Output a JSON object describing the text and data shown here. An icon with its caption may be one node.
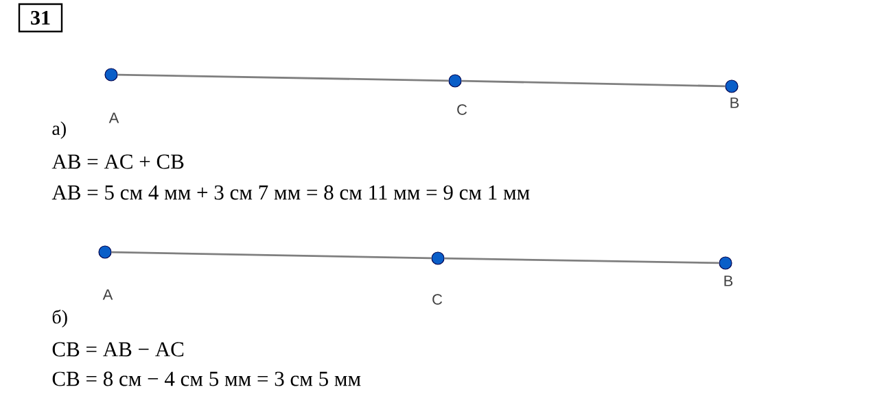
{
  "diagram": {
    "title": "31",
    "nodes": [
      {
        "text": [],
        "shape": "circle",
        "beside": [
          "A"
        ]
      },
      {
        "text": [],
        "shape": "circle",
        "beside": [
          "C"
        ]
      },
      {
        "text": [],
        "shape": "circle",
        "beside": [
          "B"
        ]
      },
      {
        "text": [],
        "shape": "circle",
        "beside": [
          "A"
        ]
      },
      {
        "text": [],
        "shape": "circle",
        "beside": [
          "C"
        ]
      },
      {
        "text": [],
        "shape": "circle",
        "beside": [
          "B"
        ]
      }
    ],
    "edges": [
      {
        "from": 0,
        "to": 1,
        "arrow": "none"
      },
      {
        "from": 1,
        "to": 2,
        "arrow": "none"
      },
      {
        "from": 3,
        "to": 4,
        "arrow": "none"
      },
      {
        "from": 4,
        "to": 5,
        "arrow": "none"
      }
    ],
    "labels": [
      "а)",
      "AB = AC + CB",
      "AB = 5 см 4 мм + 3 см 7 мм = 8 см 11 мм = 9 см 1 мм",
      "б)",
      "CB = AB − AC",
      "CB = 8 см − 4 см 5 мм = 3 см 5 мм"
    ]
  }
}
